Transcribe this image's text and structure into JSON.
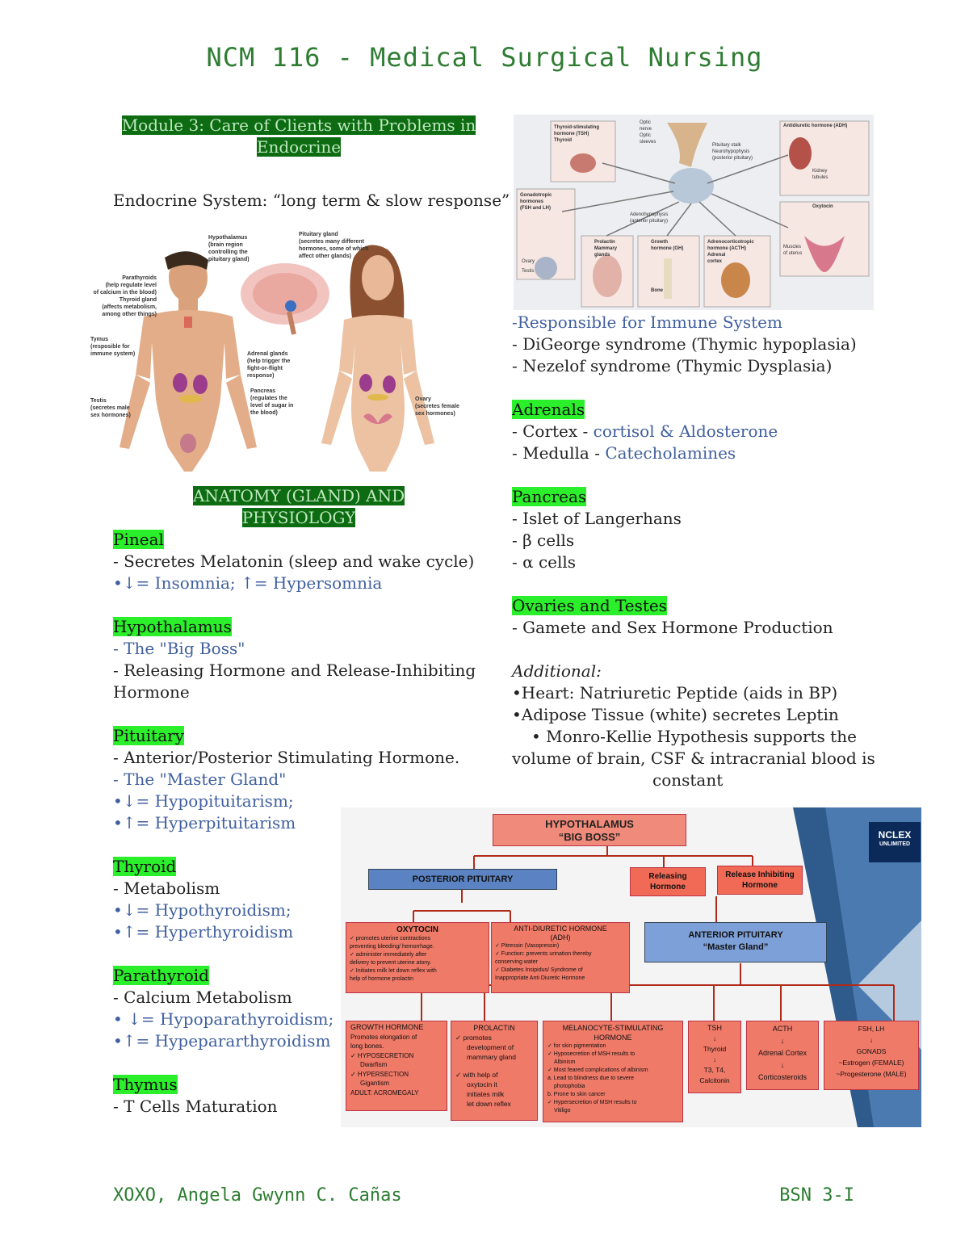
{
  "header": {
    "title": "NCM 116 - Medical Surgical Nursing"
  },
  "footer": {
    "author": "XOXO, Angela Gwynn C. Cañas",
    "section": "BSN 3-I"
  },
  "left": {
    "module_line1": "Module 3: Care of  Clients with Problems in",
    "module_line2": "Endocrine",
    "endocrine_line": "Endocrine System: “long term & slow response”",
    "anatomy_line1": "ANATOMY (GLAND) AND",
    "anatomy_line2": "PHYSIOLOGY",
    "pineal": {
      "heading": "Pineal",
      "l1": "- Secretes Melatonin (sleep and wake cycle)",
      "l2": "•↓= Insomnia; ↑= Hypersomnia"
    },
    "hypothalamus": {
      "heading": "Hypothalamus",
      "l1": "- The \"Big Boss\"",
      "l2": "- Releasing Hormone and Release-Inhibiting",
      "l3": "Hormone"
    },
    "pituitary": {
      "heading": "Pituitary",
      "l1": "- Anterior/Posterior Stimulating Hormone.",
      "l2": "- The \"Master Gland\"",
      "l3": "•↓= Hypopituitarism;",
      "l4": "•↑= Hyperpituitarism"
    },
    "thyroid": {
      "heading": "Thyroid",
      "l1": "- Metabolism",
      "l2": "•↓= Hypothyroidism;",
      "l3": "•↑= Hyperthyroidism"
    },
    "parathyroid": {
      "heading": "Parathyroid",
      "l1": "- Calcium Metabolism",
      "l2": "• ↓= Hypoparathyroidism;",
      "l3": "•↑= Hypepararthyroidism"
    },
    "thymus": {
      "heading": "Thymus",
      "l1": "- T Cells Maturation"
    }
  },
  "right": {
    "thymus_l1": "-Responsible for Immune System",
    "thymus_l2": "- DiGeorge syndrome (Thymic hypoplasia)",
    "thymus_l3": "- Nezelof syndrome (Thymic Dysplasia)",
    "adrenals": {
      "heading": "Adrenals",
      "cortex_prefix": "- Cortex - ",
      "cortex_value": "cortisol & Aldosterone",
      "medulla_prefix": "- Medulla - ",
      "medulla_value": "Catecholamines"
    },
    "pancreas": {
      "heading": "Pancreas",
      "l1": "- Islet of Langerhans",
      "l2": "- β cells",
      "l3": "- α cells"
    },
    "ovaries": {
      "heading": "Ovaries and Testes",
      "l1": "- Gamete and Sex Hormone Production"
    },
    "additional": {
      "heading": "Additional:",
      "l1": "•Heart: Natriuretic Peptide (aids in BP)",
      "l2": "•Adipose Tissue (white) secretes Leptin",
      "l3": "• Monro-Kellie Hypothesis supports the",
      "l4": "volume of brain, CSF & intracranial blood is",
      "l5": "constant"
    }
  },
  "body_figure": {
    "labels": [
      "Hypothalamus",
      "(brain region",
      "controlling the",
      "pituitary gland)",
      "Pituitary gland",
      "(secretes many different",
      "hormones, some of which",
      "affect other glands)",
      "Parathyroids",
      "(help regulate level",
      "of calcium in the blood)",
      "Thyroid gland",
      "(affects metabolism,",
      "among other things)",
      "Tymus",
      "(resposible for",
      "immune system)",
      "Adrenal glands",
      "(help trigger the",
      "fight-or-flight",
      "response)",
      "Pancreas",
      "(regulates the",
      "level of sugar in",
      "the blood)",
      "Testis",
      "(secretes male",
      "sex hormones)",
      "Ovary",
      "(secretes female",
      "sex hormones)"
    ]
  },
  "pituitary_figure": {
    "labels": [
      "Thyroid-stimulating",
      "hormone (TSH)",
      "Thyroid",
      "Optic",
      "nerve",
      "Optic",
      "sleeves",
      "Pituitary stalk",
      "Neurohypophysis",
      "(posterior pituitary)",
      "Antidiuretic hormone (ADH)",
      "Kidney",
      "tubules",
      "Gonadotropic",
      "hormones",
      "(FSH and LH)",
      "Ovary",
      "Testis",
      "Adenohypophysis",
      "(anterior pituitary)",
      "Prolactin",
      "Mammary",
      "glands",
      "Growth",
      "hormone (GH)",
      "Bone",
      "Adrenocorticotropic",
      "hormone (ACTH)",
      "Adrenal",
      "cortex",
      "Oxytocin",
      "Muscles",
      "of uterus"
    ]
  },
  "flowchart": {
    "top_l1": "HYPOTHALAMUS",
    "top_l2": "“BIG BOSS”",
    "posterior": "POSTERIOR PITUITARY",
    "releasing_l1": "Releasing",
    "releasing_l2": "Hormone",
    "inhibiting_l1": "Release Inhibiting",
    "inhibiting_l2": "Hormone",
    "anterior_l1": "ANTERIOR PITUITARY",
    "anterior_l2": "“Master Gland”",
    "nclex_l1": "NCLEX",
    "nclex_l2": "UNLIMITED",
    "oxytocin": {
      "title": "OXYTOCIN",
      "lines": [
        "✓ promotes uterine contractions",
        "preventing bleeding/ hemorrhage.",
        "✓ administer immediately after",
        "delivery to prevent uterine atony.",
        "✓ Initiates milk let down reflex with",
        "help of hormone prolactin"
      ]
    },
    "adh": {
      "title": "ANTI-DIURETIC HORMONE",
      "title2": "(ADH)",
      "lines": [
        "✓ Pitressin (Vasopressin)",
        "✓ Function: prevents urination thereby",
        "conserving water",
        "✓ Diabetes Insipidus/ Syndrome of",
        "Inappropriate Anti Diuretic Hormone"
      ]
    },
    "gh": {
      "title": "GROWTH HORMONE",
      "lines": [
        "Promotes elongation of",
        "long bones.",
        "✓ HYPOSECRETION",
        "Dwarfism",
        "✓ HYPERSECTION",
        "Gigantism",
        "ADULT: ACROMEGALY"
      ]
    },
    "prolactin": {
      "title": "PROLACTIN",
      "lines": [
        "✓ promotes",
        "development of",
        "mammary gland",
        "",
        "✓ with help of",
        "oxytocin it",
        "initiates milk",
        "let down reflex"
      ]
    },
    "msh": {
      "title": "MELANOCYTE-STIMULATING",
      "title2": "HORMONE",
      "lines": [
        "✓ for skin pigmentation",
        "✓ Hyposecretion of MSH results to",
        "Albinism",
        "✓ Most feared complications of albinism",
        "a. Lead to blindness due to severe",
        "photophobia",
        "b. Prone to skin cancer",
        "✓ Hypersecretion of MSH results to",
        "Vitiligo"
      ]
    },
    "tsh": {
      "title": "TSH",
      "lines": [
        "↓",
        "Thyroid",
        "↓",
        "T3, T4,",
        "Calcitonin"
      ]
    },
    "acth": {
      "title": "ACTH",
      "lines": [
        "↓",
        "Adrenal Cortex",
        "↓",
        "Corticosteroids"
      ]
    },
    "fsh": {
      "title": "FSH, LH",
      "lines": [
        "↓",
        "GONADS",
        "~Estrogen (FEMALE)",
        "~Progesterone (MALE)"
      ]
    }
  }
}
